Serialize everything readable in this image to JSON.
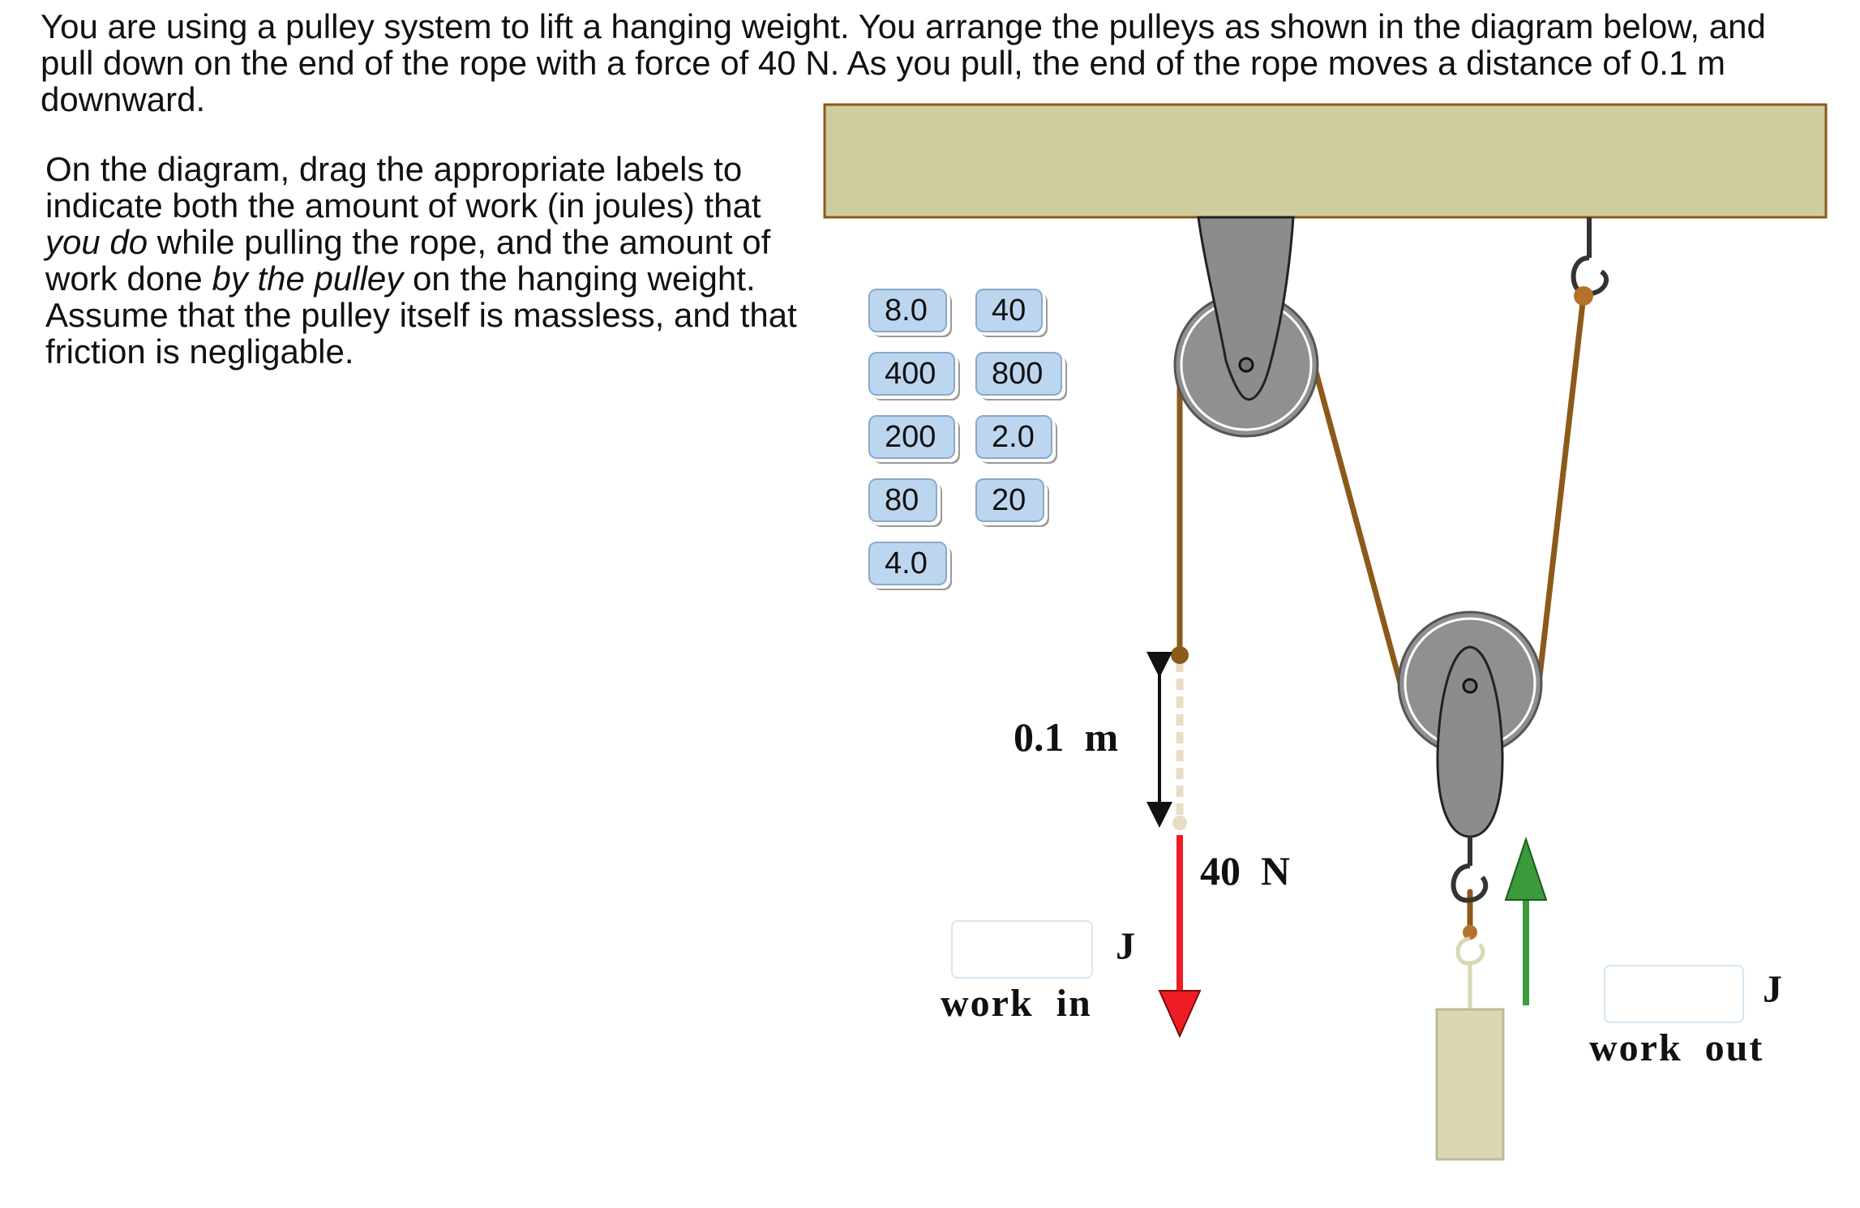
{
  "problem": {
    "intro": "You are using a pulley system to lift a hanging weight. You arrange the pulleys as shown in the diagram below, and pull down on the end of the rope with a force of 40 N. As you pull, the end of the rope moves a distance of 0.1 m downward.",
    "instructions_parts": {
      "p1": "On the diagram, drag the appropriate labels to indicate both the amount of work (in joules) that ",
      "em1": "you do",
      "p2": " while pulling the rope, and the amount of work done ",
      "em2": "by the pulley",
      "p3": " on the hanging weight. Assume that the pulley itself is massless, and that friction is negligable."
    }
  },
  "labels": [
    "8.0",
    "40",
    "400",
    "800",
    "200",
    "2.0",
    "80",
    "20",
    "4.0"
  ],
  "diagram": {
    "distance_value": "0.1",
    "distance_unit": "m",
    "force_value": "40",
    "force_unit": "N",
    "work_in": {
      "unit": "J",
      "caption": "work  in"
    },
    "work_out": {
      "unit": "J",
      "caption": "work  out"
    }
  },
  "colors": {
    "ceiling": "#cfcc9e",
    "rope": "#8b5a1a",
    "pulley": "#909090",
    "force_arrow": "#ee1c25",
    "lift_arrow": "#3b9a3b",
    "weight": "#d9d8b2",
    "label_chip": "#bcd6f0"
  }
}
